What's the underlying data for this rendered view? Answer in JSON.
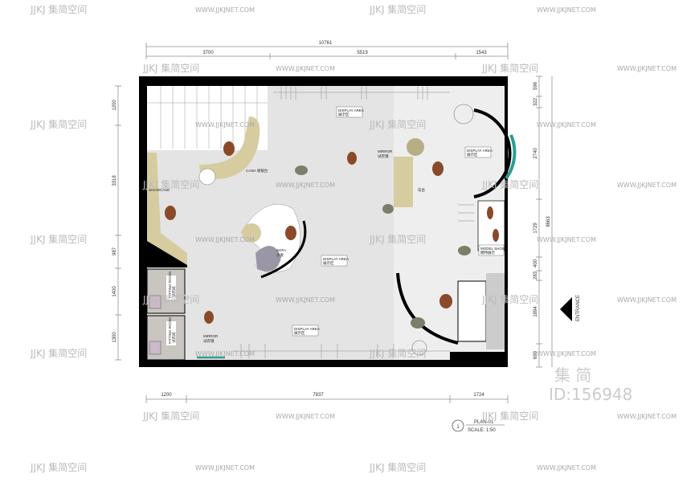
{
  "watermark": {
    "brand": "JJKJ 集简空间",
    "url": "WWW.JJKJNET.COM",
    "corner_chars": "集 简",
    "corner_id": "ID:156948"
  },
  "dimensions": {
    "top_total": "10761",
    "top": [
      "3700",
      "5519",
      "1543"
    ],
    "bottom": [
      "1200",
      "7837",
      "1724"
    ],
    "left": [
      "1200",
      "3318",
      "987",
      "1400",
      "1300"
    ],
    "right": [
      "596",
      "322",
      "2740",
      "1729",
      "400",
      "283",
      "1894",
      "699"
    ],
    "right_total": "8663"
  },
  "labels": {
    "display_area_en": "DISPLAY AREA",
    "display_area_cn": "展示区",
    "cash": "CASH  收银台",
    "sofa_en": "SOFA",
    "sofa_cn": "沙发",
    "showcase": "SHOWCASE",
    "mirror_en": "MIRROR",
    "mirror_cn": "试衣镜",
    "island": "岛台",
    "model_show_en": "MODEL SHOW",
    "model_show_cn": "模特展示",
    "fitting_room": "FITTING ROOM",
    "fitting_room_cn": "试衣间",
    "entrance": "ENTRANCE"
  },
  "title_block": {
    "number": "1",
    "plan": "PLAN-01",
    "scale": "SCALE: 1:50"
  },
  "colors": {
    "wall": "#000000",
    "floor": "#e4e4e4",
    "counter": "#d6cca0",
    "accent": "#2a9d8f",
    "furniture": "#8a4a2a"
  }
}
